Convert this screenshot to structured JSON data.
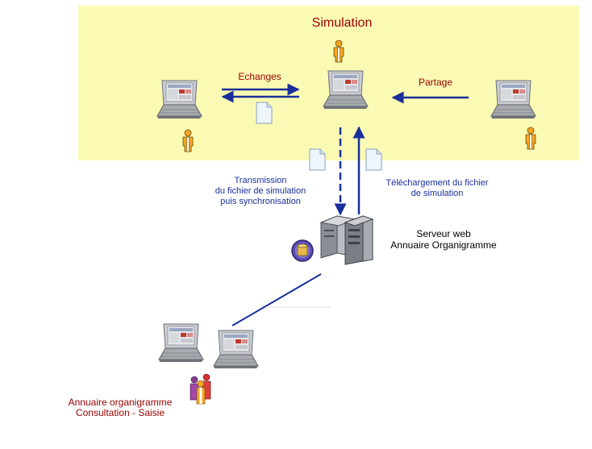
{
  "zone": {
    "title": "Simulation",
    "fill": "#fafab4"
  },
  "arrows": {
    "echanges": "Echanges",
    "partage": "Partage"
  },
  "transmission": {
    "lines": [
      "Transmission",
      "du fichier de simulation",
      "puis synchronisation"
    ]
  },
  "telechargement": {
    "lines": [
      "Téléchargement du fichier",
      "de simulation"
    ]
  },
  "server": {
    "lines": [
      "Serveur web",
      "Annuaire Organigramme"
    ]
  },
  "clients": {
    "lines": [
      "Annuaire organigramme",
      "Consultation - Saisie"
    ]
  },
  "colors": {
    "arrow": "#1a2f9c",
    "accent_red": "#990000",
    "person": "#f5a623"
  },
  "icons": [
    "laptop-icon",
    "person-icon",
    "document-icon",
    "server-icon",
    "database-badge-icon",
    "user-group-icon"
  ]
}
